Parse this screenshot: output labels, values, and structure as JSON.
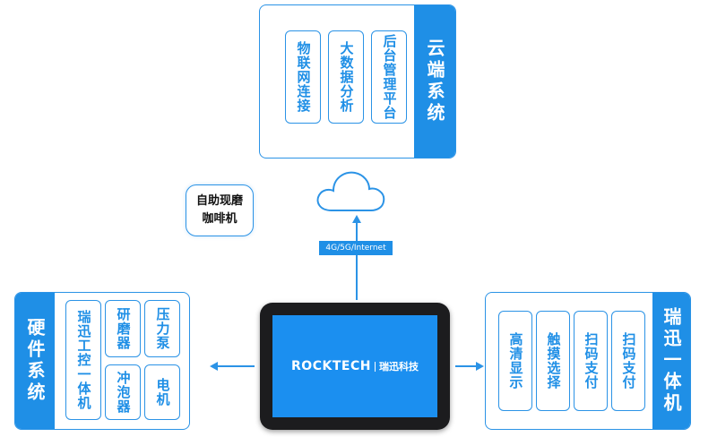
{
  "cloud_system": {
    "title": "云端系统",
    "items": [
      "物联网连接",
      "大数据分析",
      "后台管理平台"
    ]
  },
  "hardware_system": {
    "title": "硬件系统",
    "items": [
      "瑞迅工控一体机",
      "研磨器",
      "压力泵",
      "冲泡器",
      "电机"
    ]
  },
  "all_in_one": {
    "title": "瑞迅一体机",
    "items": [
      "高清显示",
      "触摸选择",
      "扫码支付",
      "扫码支付"
    ]
  },
  "badge": {
    "line1": "自助现磨",
    "line2": "咖啡机"
  },
  "network_label": "4G/5G/Internet",
  "device": {
    "brand": "ROCKTECH",
    "brand_cn": "瑞迅科技"
  },
  "colors": {
    "accent": "#1f8fe6",
    "border": "#2b93e6",
    "device": "#1c1c1e"
  }
}
